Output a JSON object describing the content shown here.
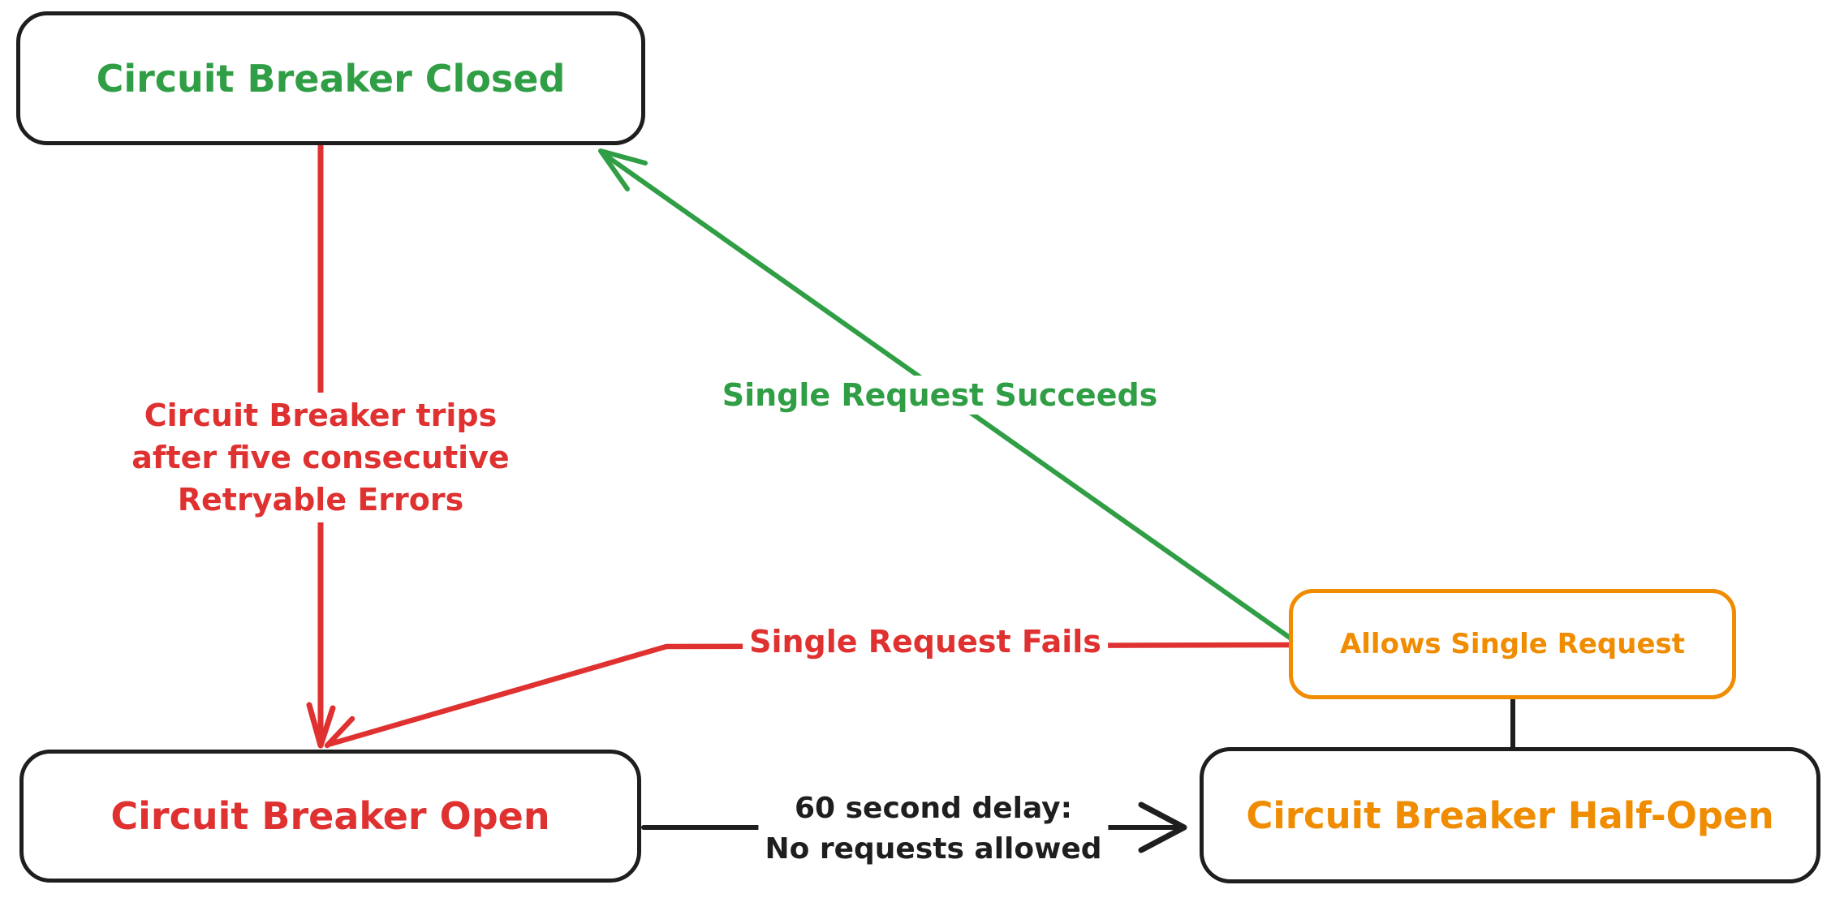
{
  "diagram": {
    "type": "state-diagram",
    "background": "#ffffff",
    "colors": {
      "green": "#2f9e44",
      "red": "#e03131",
      "orange": "#f08c00",
      "ink": "#1e1e1e"
    },
    "nodes": {
      "closed": {
        "label": "Circuit Breaker Closed",
        "text_color": "#2f9e44",
        "border_color": "#1e1e1e"
      },
      "open": {
        "label": "Circuit Breaker Open",
        "text_color": "#e03131",
        "border_color": "#1e1e1e"
      },
      "half_open": {
        "label": "Circuit Breaker Half-Open",
        "text_color": "#f08c00",
        "border_color": "#1e1e1e"
      },
      "allows": {
        "label": "Allows Single Request",
        "text_color": "#f08c00",
        "border_color": "#f08c00"
      }
    },
    "edges": {
      "trip": {
        "from": "closed",
        "to": "open",
        "color": "#e03131",
        "label_lines": [
          "Circuit Breaker trips",
          "after five consecutive",
          "Retryable Errors"
        ]
      },
      "succeed": {
        "from": "allows",
        "to": "closed",
        "color": "#2f9e44",
        "label": "Single Request Succeeds"
      },
      "fail": {
        "from": "allows",
        "to": "open",
        "color": "#e03131",
        "label": "Single Request Fails"
      },
      "delay": {
        "from": "open",
        "to": "half_open",
        "color": "#1e1e1e",
        "label_lines": [
          "60 second delay:",
          "No requests allowed"
        ]
      },
      "half_open_link": {
        "from": "allows",
        "to": "half_open",
        "color": "#1e1e1e"
      }
    }
  }
}
